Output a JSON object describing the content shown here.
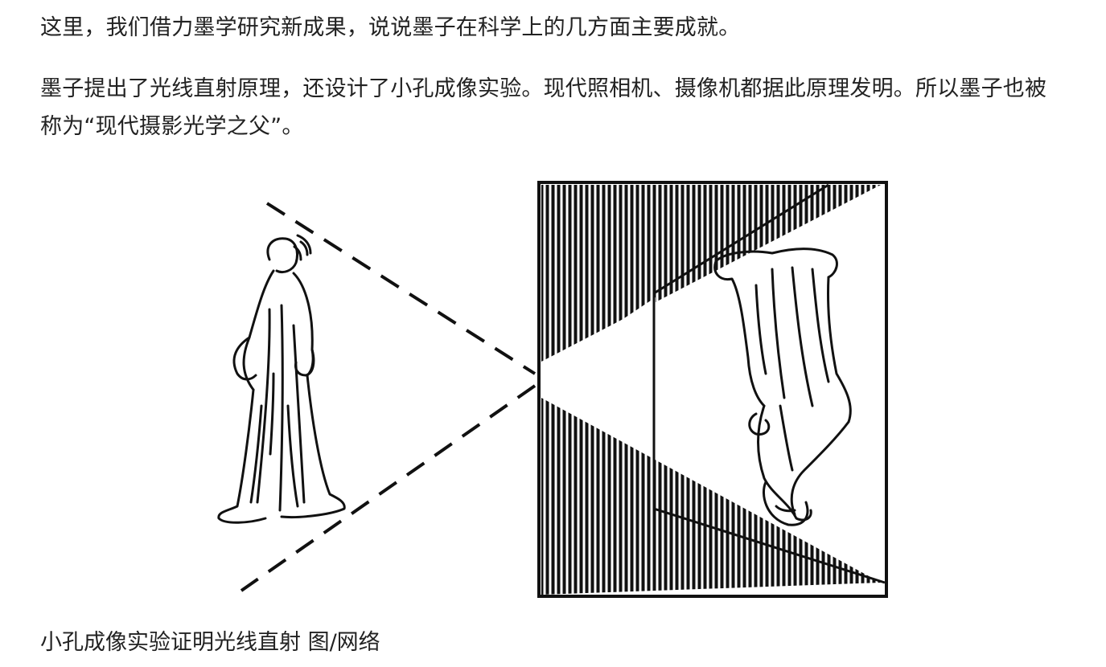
{
  "article": {
    "paragraphs": [
      "这里，我们借力墨学研究新成果，说说墨子在科学上的几方面主要成就。",
      "墨子提出了光线直射原理，还设计了小孔成像实验。现代照相机、摄像机都据此原理发明。所以墨子也被称为“现代摄影光学之父”。"
    ],
    "figure": {
      "caption": "小孔成像实验证明光线直射 图/网络",
      "ink_color": "#111111"
    }
  }
}
